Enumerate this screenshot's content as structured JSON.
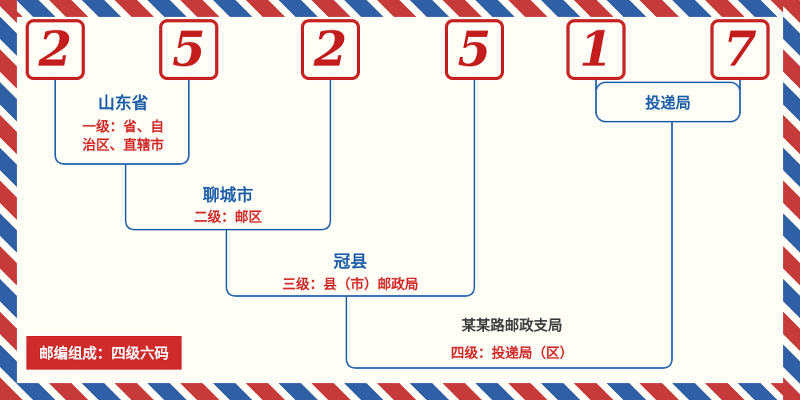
{
  "diagram": {
    "digits": [
      "2",
      "5",
      "2",
      "5",
      "1",
      "7"
    ],
    "levels": {
      "l1_title": "山东省",
      "l1_desc1": "一级：省、自",
      "l1_desc2": "治区、直辖市",
      "l2_title": "聊城市",
      "l2_desc": "二级：邮区",
      "l3_title": "冠县",
      "l3_desc": "三级：县（市）邮政局",
      "l4_title": "某某路邮政支局",
      "l4_desc": "四级：投递局（区）",
      "delivery_title": "投递局"
    },
    "badge": "邮编组成：四级六码",
    "colors": {
      "digit_red": "#c31d1d",
      "label_blue": "#1f5fa9",
      "desc_red": "#d02a2a",
      "line_blue": "#2a67ae",
      "stripe_red": "#c73a3a",
      "stripe_blue": "#2f5fa5",
      "badge_bg": "#cf2b2b"
    }
  }
}
